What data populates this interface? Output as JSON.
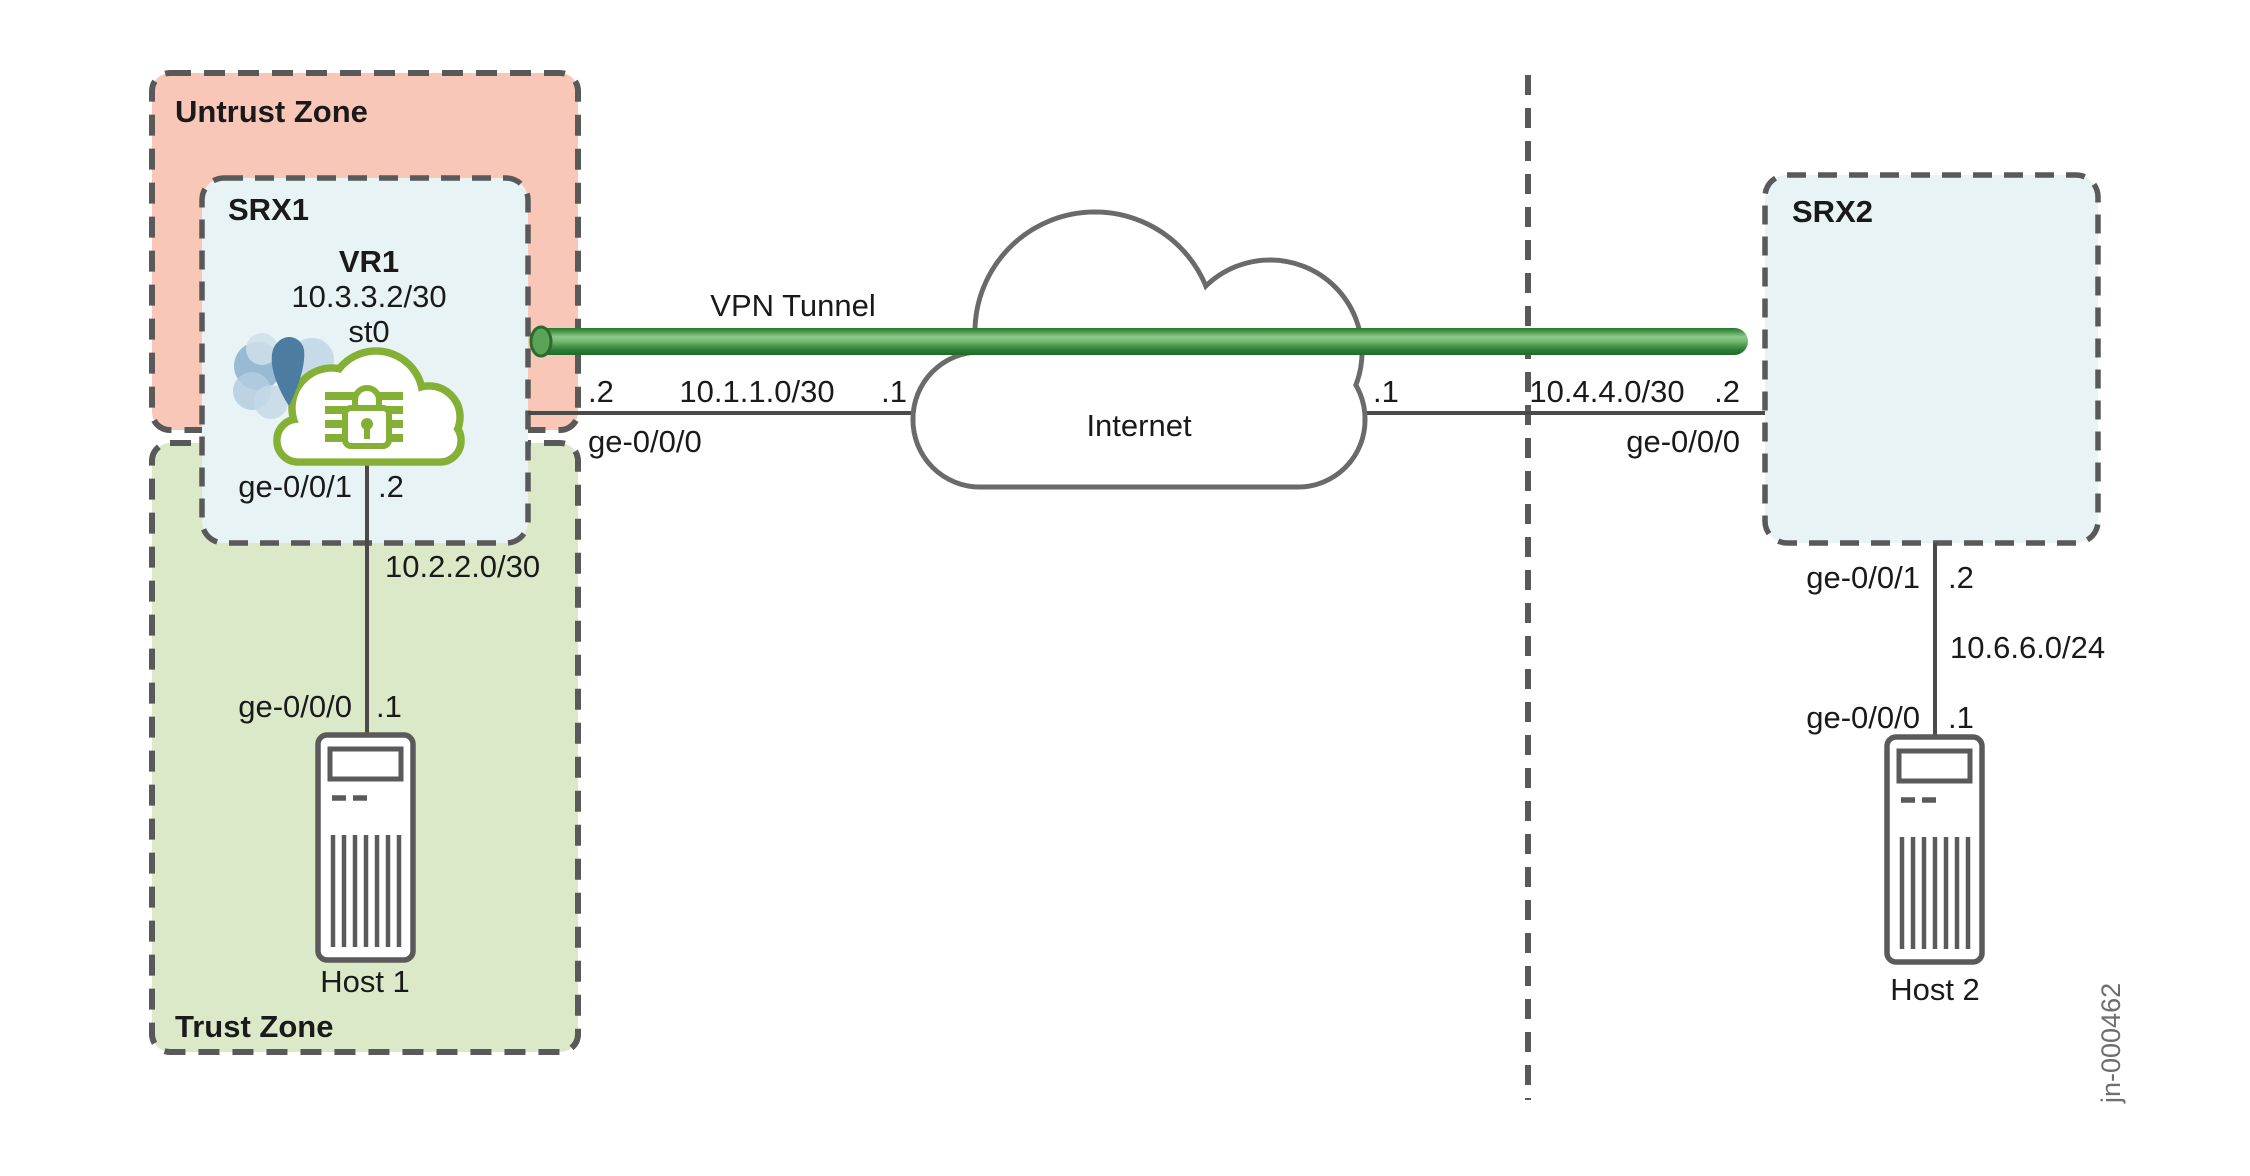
{
  "figure_id": "jn-000462",
  "zones": {
    "untrust": {
      "label": "Untrust Zone"
    },
    "trust": {
      "label": "Trust Zone"
    }
  },
  "devices": {
    "srx1": {
      "label": "SRX1",
      "vr_label": "VR1",
      "vr_ip": "10.3.3.2/30",
      "tunnel_interface": "st0"
    },
    "srx2": {
      "label": "SRX2"
    },
    "host1": {
      "label": "Host 1"
    },
    "host2": {
      "label": "Host 2"
    }
  },
  "internet": {
    "label": "Internet"
  },
  "vpn_tunnel": {
    "label": "VPN Tunnel"
  },
  "links": {
    "srx1_internet": {
      "near_end": ".2",
      "subnet": "10.1.1.0/30",
      "far_end": ".1",
      "interface_label": "ge-0/0/0"
    },
    "internet_srx2": {
      "near_end": ".1",
      "subnet": "10.4.4.0/30",
      "far_end": ".2",
      "interface_label": "ge-0/0/0"
    },
    "srx1_host1": {
      "srx_interface": "ge-0/0/1",
      "srx_end": ".2",
      "subnet": "10.2.2.0/30",
      "host_interface": "ge-0/0/0",
      "host_end": ".1"
    },
    "srx2_host2": {
      "srx_interface": "ge-0/0/1",
      "srx_end": ".2",
      "subnet": "10.6.6.0/24",
      "host_interface": "ge-0/0/0",
      "host_end": ".1"
    }
  },
  "colors": {
    "untrust_zone_fill": "#f9c7b8",
    "trust_zone_fill": "#dbe9c8",
    "device_box_fill": "#e8f3f5",
    "dashed_border": "#595959",
    "line_gray": "#4a4a4a",
    "cloud_outline": "#6a6a6a",
    "juniper_green": "#84b135",
    "tunnel_top_dark": "#25762f",
    "tunnel_light_band": "#8ec78b",
    "tunnel_bottom_dark": "#1e6a2a",
    "flower_dark_petal": "#4c7da1"
  }
}
